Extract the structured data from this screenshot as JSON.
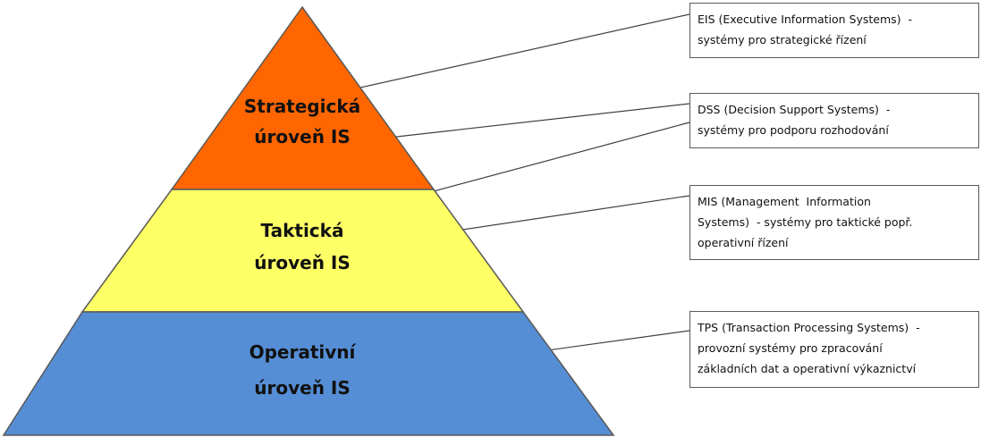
{
  "levels": [
    {
      "line1": "Strategická",
      "line2": "úroveň IS",
      "color": "#FF6600"
    },
    {
      "line1": "Taktická",
      "line2": "úroveň IS",
      "color": "#FFFF66"
    },
    {
      "line1": "Operativní",
      "line2": "úroveň IS",
      "color": "#558ED5"
    }
  ],
  "boxes": [
    {
      "lines": [
        "EIS (Executive Information Systems)  -",
        "systémy pro strategické řízení"
      ]
    },
    {
      "lines": [
        "DSS (Decision Support Systems)  -",
        "systémy pro podporu rozhodování"
      ]
    },
    {
      "lines": [
        "MIS (Management  Information",
        "Systems)  - systémy pro taktické popř.",
        "operativní řízení"
      ]
    },
    {
      "lines": [
        "TPS (Transaction Processing Systems)  -",
        "provozní systémy pro zpracování",
        "základních dat a operativní výkaznictví"
      ]
    }
  ],
  "outline_color": "#595959",
  "connector_color": "#404040"
}
